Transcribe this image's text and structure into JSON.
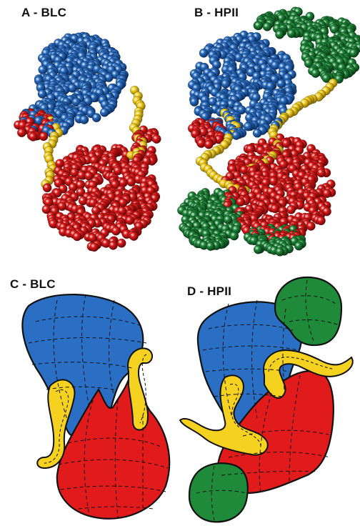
{
  "panels": [
    {
      "id": "A",
      "label": "A - BLC",
      "style": "space-filling"
    },
    {
      "id": "B",
      "label": "B - HPII",
      "style": "space-filling"
    },
    {
      "id": "C",
      "label": "C - BLC",
      "style": "schematic"
    },
    {
      "id": "D",
      "label": "D - HPII",
      "style": "schematic"
    }
  ],
  "colors": {
    "subunit_blue": "#2a6fc4",
    "subunit_red": "#e11b1b",
    "arm_yellow": "#f5d21f",
    "domain_green": "#1f8a3a",
    "outline": "#111111",
    "background": "#ffffff"
  }
}
